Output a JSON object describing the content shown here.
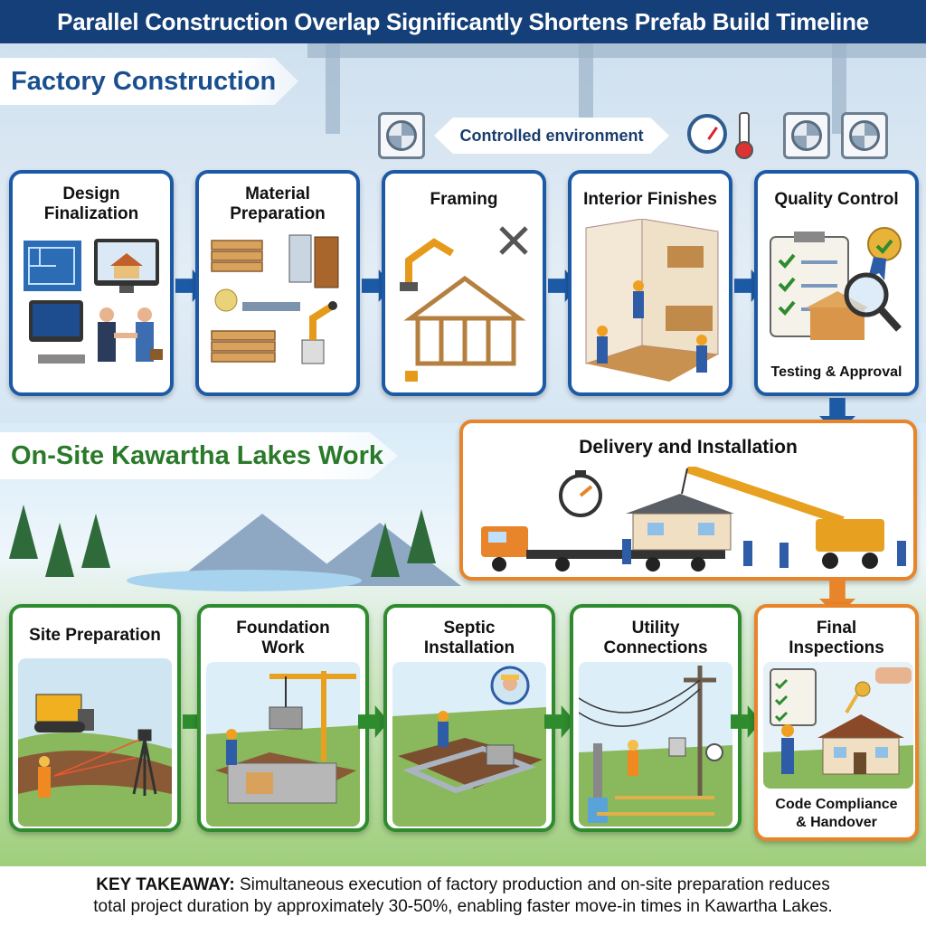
{
  "title": "Parallel Construction Overlap Significantly Shortens Prefab Build Timeline",
  "sections": {
    "factory": "Factory Construction",
    "onsite": "On-Site Kawartha Lakes Work"
  },
  "environment": {
    "label": "Controlled environment"
  },
  "factory_steps": [
    {
      "title": "Design Finalization",
      "line1": "Design",
      "line2": "Finalization"
    },
    {
      "title": "Material Preparation",
      "line1": "Material",
      "line2": "Preparation"
    },
    {
      "title": "Framing",
      "line1": "Framing",
      "line2": ""
    },
    {
      "title": "Interior Finishes",
      "line1": "Interior Finishes",
      "line2": ""
    },
    {
      "title": "Quality Control",
      "line1": "Quality Control",
      "line2": "",
      "subtitle": "Testing & Approval"
    }
  ],
  "delivery": {
    "title": "Delivery and Installation"
  },
  "onsite_steps": [
    {
      "line1": "Site Preparation",
      "line2": ""
    },
    {
      "line1": "Foundation",
      "line2": "Work"
    },
    {
      "line1": "Septic",
      "line2": "Installation"
    },
    {
      "line1": "Utility",
      "line2": "Connections"
    },
    {
      "line1": "Final",
      "line2": "Inspections",
      "subtitle_1": "Code Compliance",
      "subtitle_2": "& Handover"
    }
  ],
  "takeaway": {
    "label": "KEY TAKEAWAY:",
    "line1": "Simultaneous execution of factory production and on-site preparation reduces",
    "line2": "total project duration by approximately 30-50%, enabling faster move-in times in Kawartha Lakes."
  },
  "colors": {
    "factory_accent": "#1d5aa6",
    "onsite_accent": "#2e8b2e",
    "delivery_accent": "#e8842a",
    "title_bg": "#143f78"
  },
  "icons": [
    "fan-icon",
    "gauge-icon",
    "thermometer-icon",
    "blueprint-icon",
    "handshake-icon",
    "robot-arm-icon",
    "house-frame-icon",
    "checklist-icon",
    "magnifier-icon",
    "award-ribbon-icon",
    "stopwatch-icon",
    "truck-icon",
    "crane-icon",
    "bulldozer-icon",
    "tripod-icon",
    "worker-avatar-icon",
    "power-pole-icon",
    "keys-icon",
    "house-icon"
  ]
}
